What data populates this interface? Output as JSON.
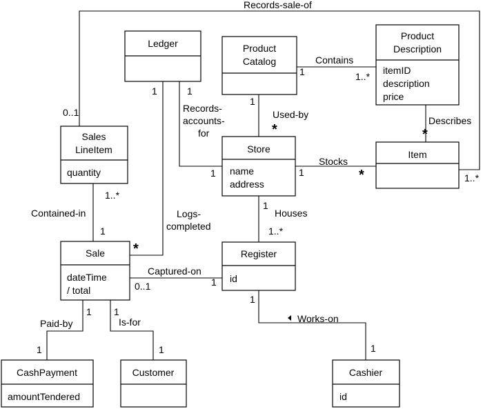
{
  "classes": {
    "ledger": {
      "name": [
        "Ledger"
      ],
      "attributes": []
    },
    "product_catalog": {
      "name": [
        "Product",
        "Catalog"
      ],
      "attributes": []
    },
    "product_description": {
      "name": [
        "Product",
        "Description"
      ],
      "attributes": [
        "itemID",
        "description",
        "price"
      ]
    },
    "sales_line_item": {
      "name": [
        "Sales",
        "LineItem"
      ],
      "attributes": [
        "quantity"
      ]
    },
    "store": {
      "name": [
        "Store"
      ],
      "attributes": [
        "name",
        "address"
      ]
    },
    "item": {
      "name": [
        "Item"
      ],
      "attributes": []
    },
    "sale": {
      "name": [
        "Sale"
      ],
      "attributes": [
        "dateTime",
        "/ total"
      ]
    },
    "register": {
      "name": [
        "Register"
      ],
      "attributes": [
        "id"
      ]
    },
    "cash_payment": {
      "name": [
        "CashPayment"
      ],
      "attributes": [
        "amountTendered"
      ]
    },
    "customer": {
      "name": [
        "Customer"
      ],
      "attributes": []
    },
    "cashier": {
      "name": [
        "Cashier"
      ],
      "attributes": [
        "id"
      ]
    }
  },
  "associations": {
    "records_sale_of": {
      "label": [
        "Records-sale-of"
      ],
      "mult_a": "0..1",
      "mult_b": "1..*"
    },
    "contains": {
      "label": [
        "Contains"
      ],
      "mult_a": "1",
      "mult_b": "1..*"
    },
    "records_accounts_for": {
      "label": [
        "Records-",
        "accounts-",
        "for"
      ],
      "mult_a": "1",
      "mult_b": "1"
    },
    "used_by": {
      "label": [
        "Used-by"
      ],
      "mult_a": "1",
      "mult_b": "*"
    },
    "describes": {
      "label": [
        "Describes"
      ],
      "mult_a": "",
      "mult_b": "*"
    },
    "stocks": {
      "label": [
        "Stocks"
      ],
      "mult_a": "1",
      "mult_b": "*"
    },
    "contained_in": {
      "label": [
        "Contained-in"
      ],
      "mult_a": "1..*",
      "mult_b": "1"
    },
    "logs_completed": {
      "label": [
        "Logs-",
        "completed"
      ],
      "mult_a": "1",
      "mult_b": "*"
    },
    "houses": {
      "label": [
        "Houses"
      ],
      "mult_a": "1",
      "mult_b": "1..*"
    },
    "captured_on": {
      "label": [
        "Captured-on"
      ],
      "mult_a": "0..1",
      "mult_b": "1"
    },
    "paid_by": {
      "label": [
        "Paid-by"
      ],
      "mult_a": "1",
      "mult_b": "1"
    },
    "is_for": {
      "label": [
        "Is-for"
      ],
      "mult_a": "1",
      "mult_b": "1"
    },
    "works_on": {
      "label": [
        "Works-on"
      ],
      "mult_a": "1",
      "mult_b": "1",
      "direction_arrow": "left-pointing-triangle"
    }
  }
}
